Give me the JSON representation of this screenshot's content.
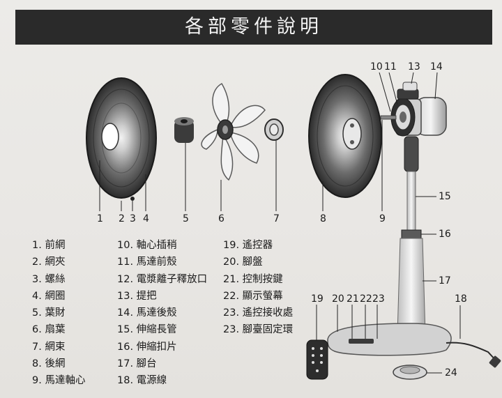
{
  "title": "各部零件說明",
  "callouts": [
    "1",
    "2",
    "3",
    "4",
    "5",
    "6",
    "7",
    "8",
    "9",
    "10",
    "11",
    "13",
    "14",
    "15",
    "16",
    "17",
    "18",
    "19",
    "20",
    "21",
    "22",
    "23",
    "24"
  ],
  "parts_col1": [
    "1. 前網",
    "2. 網夾",
    "3. 螺絲",
    "4. 網圈",
    "5. 葉財",
    "6. 扇葉",
    "7. 網束",
    "8. 後網",
    "9. 馬達軸心"
  ],
  "parts_col2": [
    "10. 軸心插稍",
    "11. 馬達前殼",
    "12. 電漿離子釋放口",
    "13. 提把",
    "14. 馬達後殼",
    "15. 伸縮長管",
    "16. 伸縮扣片",
    "17. 腳台",
    "18. 電源線"
  ],
  "parts_col3": [
    "19. 遙控器",
    "20. 腳盤",
    "21. 控制按鍵",
    "22. 顯示螢幕",
    "23. 遙控接收處",
    "23. 腳臺固定環"
  ]
}
